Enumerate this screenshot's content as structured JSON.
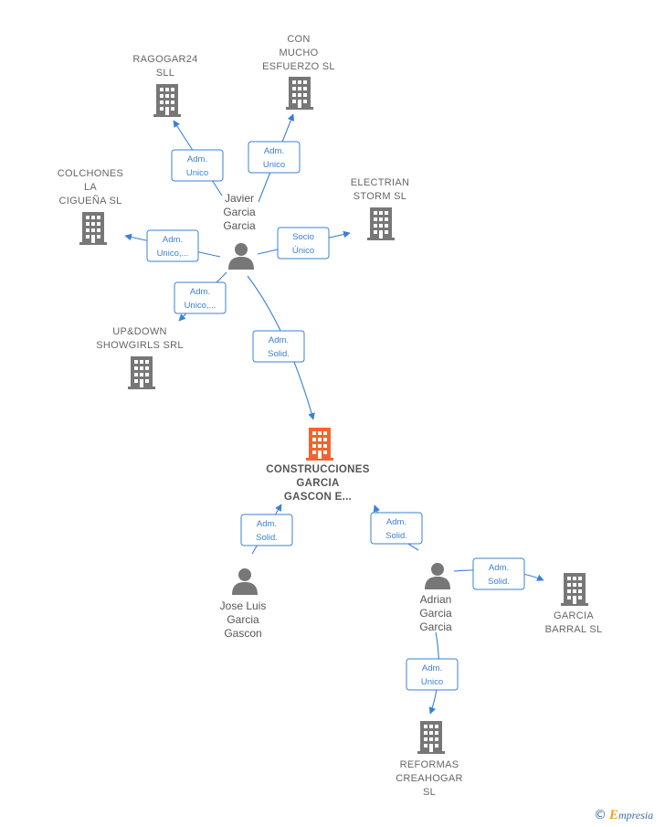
{
  "colors": {
    "edge": "#3a80d5",
    "building": "#777777",
    "focus_building": "#f26430",
    "person": "#777777",
    "label": "#666666"
  },
  "companies": [
    {
      "id": "ragogar",
      "lines": [
        "RAGOGAR24",
        "SLL"
      ],
      "icon": "building-icon"
    },
    {
      "id": "conmucho",
      "lines": [
        "CON",
        "MUCHO",
        "ESFUERZO  SL"
      ],
      "icon": "building-icon"
    },
    {
      "id": "colchones",
      "lines": [
        "COLCHONES",
        "LA",
        "CIGUEÑA  SL"
      ],
      "icon": "building-icon"
    },
    {
      "id": "electrian",
      "lines": [
        "ELECTRIAN",
        "STORM SL"
      ],
      "icon": "building-icon"
    },
    {
      "id": "updown",
      "lines": [
        "UP&DOWN",
        "SHOWGIRLS SRL"
      ],
      "icon": "building-icon"
    },
    {
      "id": "construcciones",
      "lines": [
        "CONSTRUCCIONES",
        "GARCIA",
        "GASCON E..."
      ],
      "icon": "building-icon",
      "focus": true
    },
    {
      "id": "garciabarral",
      "lines": [
        "GARCIA",
        "BARRAL  SL"
      ],
      "icon": "building-icon"
    },
    {
      "id": "reformas",
      "lines": [
        "REFORMAS",
        "CREAHOGAR",
        "SL"
      ],
      "icon": "building-icon"
    }
  ],
  "people": [
    {
      "id": "javier",
      "lines": [
        "Javier",
        "Garcia",
        "Garcia"
      ],
      "icon": "person-icon"
    },
    {
      "id": "joseluis",
      "lines": [
        "Jose Luis",
        "Garcia",
        "Gascon"
      ],
      "icon": "person-icon"
    },
    {
      "id": "adrian",
      "lines": [
        "Adrian",
        "Garcia",
        "Garcia"
      ],
      "icon": "person-icon"
    }
  ],
  "edges": [
    {
      "from": "javier",
      "to": "ragogar",
      "label": [
        "Adm.",
        "Unico"
      ]
    },
    {
      "from": "javier",
      "to": "conmucho",
      "label": [
        "Adm.",
        "Unico"
      ]
    },
    {
      "from": "javier",
      "to": "colchones",
      "label": [
        "Adm.",
        "Unico,..."
      ]
    },
    {
      "from": "javier",
      "to": "electrian",
      "label": [
        "Socio",
        "Único"
      ]
    },
    {
      "from": "javier",
      "to": "updown",
      "label": [
        "Adm.",
        "Unico,..."
      ]
    },
    {
      "from": "javier",
      "to": "construcciones",
      "label": [
        "Adm.",
        "Solid."
      ]
    },
    {
      "from": "joseluis",
      "to": "construcciones",
      "label": [
        "Adm.",
        "Solid."
      ]
    },
    {
      "from": "adrian",
      "to": "construcciones",
      "label": [
        "Adm.",
        "Solid."
      ]
    },
    {
      "from": "adrian",
      "to": "garciabarral",
      "label": [
        "Adm.",
        "Solid."
      ]
    },
    {
      "from": "adrian",
      "to": "reformas",
      "label": [
        "Adm.",
        "Unico"
      ]
    }
  ],
  "footer": {
    "copyright_symbol": "©",
    "brand_initial": "E",
    "brand_rest": "mpresia"
  }
}
